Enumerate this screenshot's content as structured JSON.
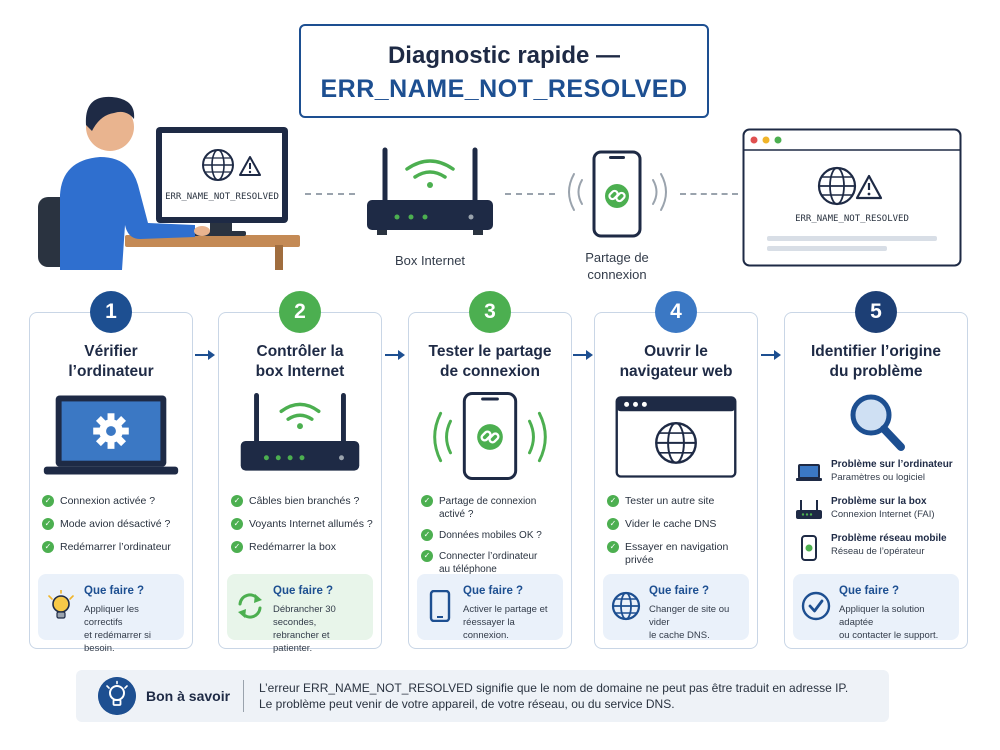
{
  "title": {
    "line1": "Diagnostic rapide —",
    "line2": "ERR_NAME_NOT_RESOLVED"
  },
  "illustration": {
    "monitor_error": "ERR_NAME_NOT_RESOLVED",
    "router_label": "Box Internet",
    "hotspot_label_1": "Partage de",
    "hotspot_label_2": "connexion",
    "browser_error": "ERR_NAME_NOT_RESOLVED"
  },
  "colors": {
    "accent": "#1d4f91",
    "green": "#4caf50",
    "badge_1": "#1d4f91",
    "badge_2": "#4caf50",
    "badge_3": "#4caf50",
    "badge_4": "#3b78c4",
    "badge_5": "#1d3f75"
  },
  "steps": [
    {
      "number": "1",
      "title_1": "Vérifier",
      "title_2": "l’ordinateur",
      "icon": "laptop-gear-icon",
      "checks": [
        "Connexion activée ?",
        "Mode avion désactivé ?",
        "Redémarrer l’ordinateur"
      ],
      "todo_title": "Que faire ?",
      "todo_1": "Appliquer les correctifs",
      "todo_2": "et redémarrer si besoin.",
      "todo_icon": "lightbulb-icon"
    },
    {
      "number": "2",
      "title_1": "Contrôler la",
      "title_2": "box Internet",
      "icon": "router-icon",
      "checks": [
        "Câbles bien branchés ?",
        "Voyants Internet allumés ?",
        "Redémarrer la box"
      ],
      "todo_title": "Que faire ?",
      "todo_1": "Débrancher 30 secondes,",
      "todo_2": "rebrancher et patienter.",
      "todo_icon": "refresh-icon"
    },
    {
      "number": "3",
      "title_1": "Tester le partage",
      "title_2": "de connexion",
      "icon": "phone-hotspot-icon",
      "checks": [
        "Partage de connexion activé ?",
        "Données mobiles OK ?",
        "Connecter l’ordinateur",
        "au téléphone"
      ],
      "todo_title": "Que faire ?",
      "todo_1": "Activer le partage et",
      "todo_2": "réessayer la connexion.",
      "todo_icon": "phone-icon"
    },
    {
      "number": "4",
      "title_1": "Ouvrir le",
      "title_2": "navigateur web",
      "icon": "browser-globe-icon",
      "checks": [
        "Tester un autre site",
        "Vider le cache DNS",
        "Essayer en navigation privée"
      ],
      "todo_title": "Que faire ?",
      "todo_1": "Changer de site ou vider",
      "todo_2": "le cache DNS.",
      "todo_icon": "globe-icon"
    },
    {
      "number": "5",
      "title_1": "Identifier l’origine",
      "title_2": "du problème",
      "icon": "magnifier-icon",
      "problems": [
        {
          "title": "Problème sur l’ordinateur",
          "sub": "Paramètres ou logiciel",
          "icon": "laptop-icon"
        },
        {
          "title": "Problème sur la box",
          "sub": "Connexion Internet (FAI)",
          "icon": "router-icon"
        },
        {
          "title": "Problème réseau mobile",
          "sub": "Réseau de l’opérateur",
          "icon": "phone-icon"
        }
      ],
      "todo_title": "Que faire ?",
      "todo_1": "Appliquer la solution adaptée",
      "todo_2": "ou contacter le support.",
      "todo_icon": "check-circle-icon"
    }
  ],
  "note": {
    "label": "Bon à savoir",
    "line1": "L’erreur ERR_NAME_NOT_RESOLVED signifie que le nom de domaine ne peut pas être traduit en adresse IP.",
    "line2": "Le problème peut venir de votre appareil, de votre réseau, ou du service DNS."
  }
}
